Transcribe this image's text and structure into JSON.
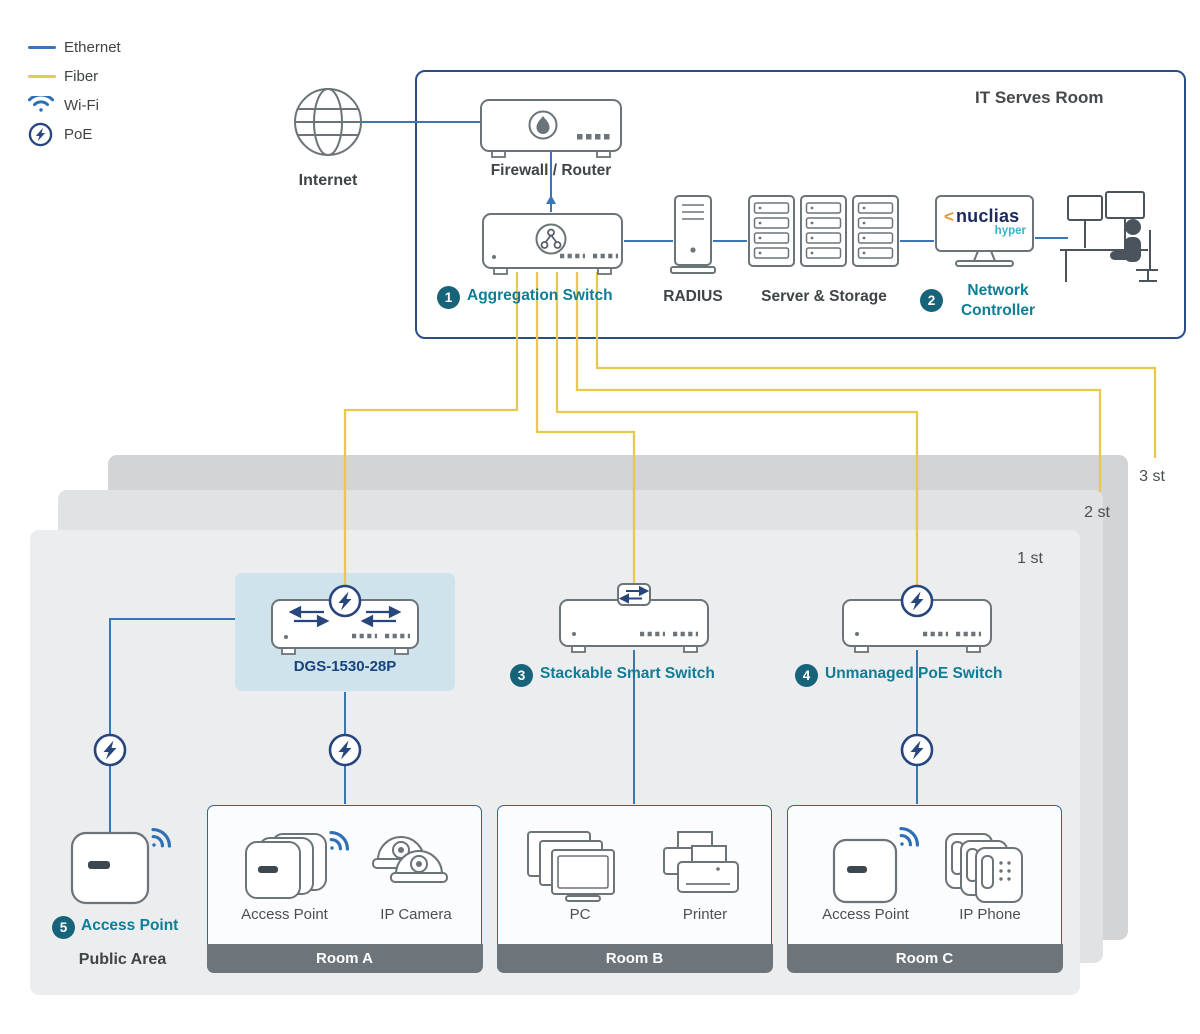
{
  "colors": {
    "ethernet": "#3a76b6",
    "fiber": "#e9c94d",
    "teal_label": "#0e7d95",
    "badge_bg": "#17647a",
    "navy": "#27467e",
    "device_stroke": "#6b7478",
    "text": "#3f4447"
  },
  "legend": {
    "items": [
      {
        "name": "ethernet",
        "label": "Ethernet"
      },
      {
        "name": "fiber",
        "label": "Fiber"
      },
      {
        "name": "wifi",
        "label": "Wi-Fi"
      },
      {
        "name": "poe",
        "label": "PoE"
      }
    ]
  },
  "internet": {
    "label": "Internet"
  },
  "it_room": {
    "title": "IT Serves Room",
    "firewall": {
      "label": "Firewall / Router"
    },
    "aggregation_switch": {
      "badge": "1",
      "label": "Aggregation Switch"
    },
    "radius": {
      "label": "RADIUS"
    },
    "servers": {
      "label": "Server & Storage"
    },
    "controller": {
      "badge": "2",
      "label_line1": "Network",
      "label_line2": "Controller"
    },
    "nuclias": {
      "mark": "<",
      "brand": "nuclias",
      "sub": "hyper"
    }
  },
  "floors": {
    "f3": "3 st",
    "f2": "2 st",
    "f1": "1 st"
  },
  "floor1": {
    "dgs_switch": {
      "label": "DGS-1530-28P"
    },
    "stackable_switch": {
      "badge": "3",
      "label": "Stackable Smart Switch"
    },
    "unmanaged_switch": {
      "badge": "4",
      "label": "Unmanaged PoE Switch"
    },
    "public_area": {
      "badge": "5",
      "ap_label": "Access Point",
      "label": "Public Area"
    },
    "rooms": [
      {
        "title": "Room A",
        "devices": [
          "Access Point",
          "IP Camera"
        ]
      },
      {
        "title": "Room B",
        "devices": [
          "PC",
          "Printer"
        ]
      },
      {
        "title": "Room C",
        "devices": [
          "Access Point",
          "IP Phone"
        ]
      }
    ]
  }
}
